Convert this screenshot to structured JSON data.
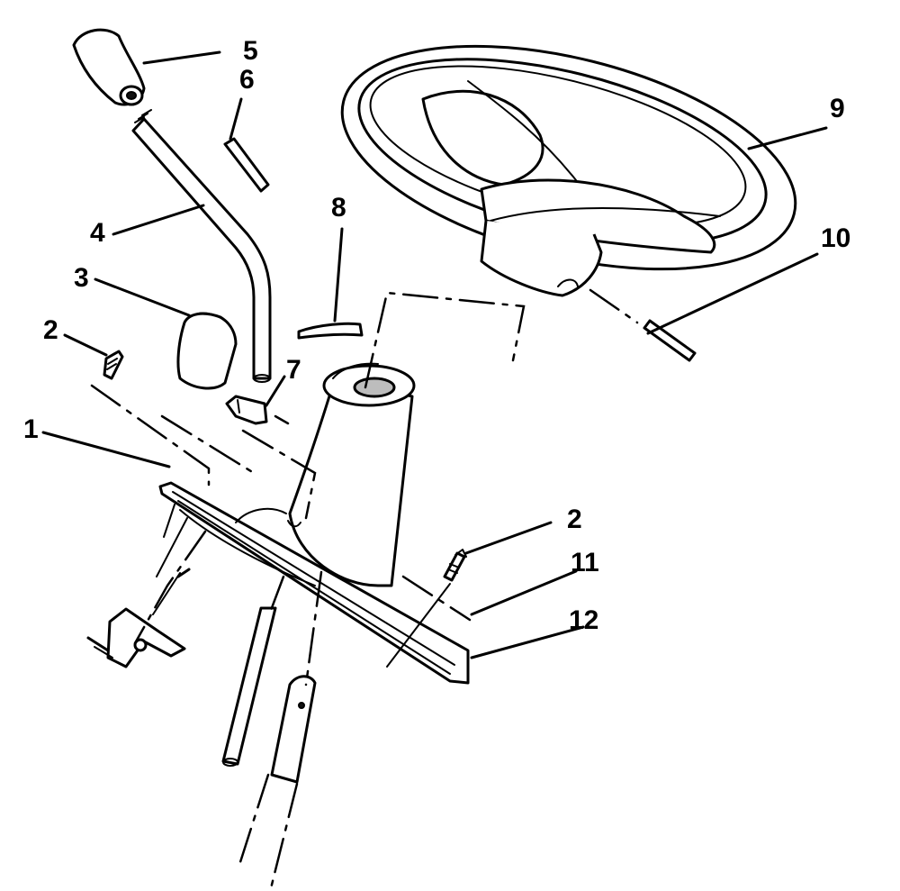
{
  "callouts": [
    {
      "id": "1",
      "label": "1"
    },
    {
      "id": "2a",
      "label": "2"
    },
    {
      "id": "3",
      "label": "3"
    },
    {
      "id": "4",
      "label": "4"
    },
    {
      "id": "5",
      "label": "5"
    },
    {
      "id": "6",
      "label": "6"
    },
    {
      "id": "7",
      "label": "7"
    },
    {
      "id": "8",
      "label": "8"
    },
    {
      "id": "9",
      "label": "9"
    },
    {
      "id": "10",
      "label": "10"
    },
    {
      "id": "2b",
      "label": "2"
    },
    {
      "id": "11",
      "label": "11"
    },
    {
      "id": "12",
      "label": "12"
    }
  ]
}
